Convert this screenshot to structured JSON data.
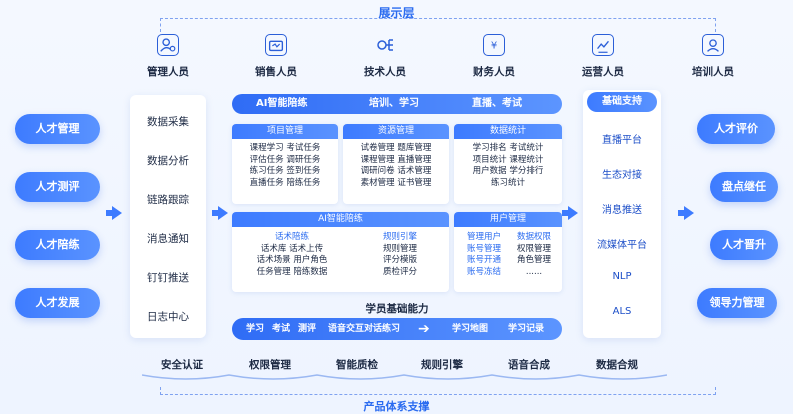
{
  "top_title": "展示层",
  "bottom_title": "产品体系支撑",
  "roles": [
    {
      "label": "管理人员",
      "icon": "admin-icon"
    },
    {
      "label": "销售人员",
      "icon": "sales-icon"
    },
    {
      "label": "技术人员",
      "icon": "tech-icon"
    },
    {
      "label": "财务人员",
      "icon": "finance-icon"
    },
    {
      "label": "运营人员",
      "icon": "ops-icon"
    },
    {
      "label": "培训人员",
      "icon": "trainer-icon"
    }
  ],
  "left_pills": [
    "人才管理",
    "人才测评",
    "人才陪练",
    "人才发展"
  ],
  "right_pills": [
    "人才评价",
    "盘点继任",
    "人才晋升",
    "领导力管理"
  ],
  "left_panel": [
    "数据采集",
    "数据分析",
    "链路跟踪",
    "消息通知",
    "钉钉推送",
    "日志中心"
  ],
  "right_panel": {
    "header": "基础支持",
    "items": [
      "直播平台",
      "生态对接",
      "消息推送",
      "流媒体平台",
      "NLP",
      "ALS"
    ]
  },
  "banner": [
    "AI智能陪练",
    "培训、学习",
    "直播、考试"
  ],
  "cards": {
    "project": {
      "title": "项目管理",
      "rows": [
        "课程学习  考试任务",
        "评估任务  调研任务",
        "练习任务  签到任务",
        "直播任务  陪练任务"
      ]
    },
    "resource": {
      "title": "资源管理",
      "rows": [
        "试卷管理  题库管理",
        "课程管理  直播管理",
        "调研问卷  话术管理",
        "素材管理  证书管理"
      ]
    },
    "stats": {
      "title": "数据统计",
      "rows": [
        "学习排名  考试统计",
        "项目统计  课程统计",
        "用户数据  学分排行",
        "练习统计"
      ]
    },
    "ai": {
      "title": "AI智能陪练",
      "left_title": "话术陪练",
      "left_rows": [
        "话术库  话术上传",
        "话术场景  用户角色",
        "任务管理  陪练数据"
      ],
      "right_title": "规则引擎",
      "right_rows": [
        "规则管理",
        "评分模版",
        "质检评分"
      ]
    },
    "user": {
      "title": "用户管理",
      "left_rows": [
        "管理用户",
        "账号管理",
        "账号开通",
        "账号冻结"
      ],
      "right_rows": [
        "数据权限",
        "权限管理",
        "角色管理",
        "......"
      ]
    }
  },
  "base": {
    "title": "学员基础能力",
    "items": [
      "学习",
      "考试",
      "测评",
      "语音交互对话练习",
      "学习地图",
      "学习记录"
    ]
  },
  "support": [
    "安全认证",
    "权限管理",
    "智能质检",
    "规则引擎",
    "语音合成",
    "数据合规"
  ],
  "colors": {
    "accent": "#3d7bff",
    "dark_text": "#1d2a44",
    "link": "#2b6cf0"
  }
}
